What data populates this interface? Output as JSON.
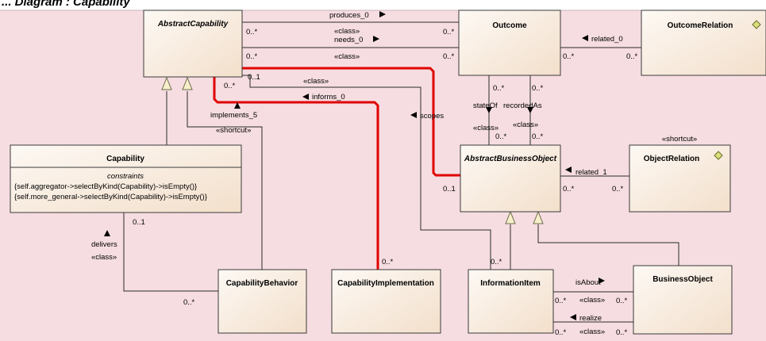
{
  "title": "... Diagram : Capability",
  "classes": {
    "abstract_capability": "AbstractCapability",
    "outcome": "Outcome",
    "outcome_relation": "OutcomeRelation",
    "abstract_business_object": "AbstractBusinessObject",
    "object_relation": "ObjectRelation",
    "capability": "Capability",
    "capability_behavior": "CapabilityBehavior",
    "capability_implementation": "CapabilityImplementation",
    "information_item": "InformationItem",
    "business_object": "BusinessObject"
  },
  "stereotypes": {
    "object_relation": "«shortcut»"
  },
  "capability_constraints": {
    "title": "constraints",
    "items": [
      "{self.aggregator->selectByKind(Capability)->isEmpty()}",
      "{self.more_general->selectByKind(Capability)->isEmpty()}"
    ]
  },
  "labels": {
    "produces": "produces_0",
    "class_produces": "«class»",
    "needs": "needs_0",
    "class_needs": "«class»",
    "class_informs": "«class»",
    "informs": "informs_0",
    "implements": "implements_5",
    "shortcut_impl": "«shortcut»",
    "scopes": "scopes",
    "state_of": "stateOf",
    "class_state_of": "«class»",
    "recorded_as": "recordedAs",
    "class_recorded_as": "«class»",
    "related_0": "related_0",
    "related_1": "related_1",
    "delivers": "delivers",
    "class_delivers": "«class»",
    "is_about": "isAbout",
    "class_is_about": "«class»",
    "realize": "realize",
    "class_realize": "«class»"
  },
  "multiplicities": {
    "m_produces_src": "0..*",
    "m_produces_tgt": "0..*",
    "m_needs_src": "0..*",
    "m_needs_tgt": "0..*",
    "m_informs_src": "0..1",
    "m_scopes_src": "0..*",
    "m_informs_tgt": "0..*",
    "m_outrel_src": "0..*",
    "m_outrel_tgt": "0..*",
    "m_stateof_src": "0..*",
    "m_recordedas_src": "0..*",
    "m_stateof_tgt": "0..*",
    "m_recordedas_tgt": "0..*",
    "m_related1_src": "0..*",
    "m_related1_tgt": "0..*",
    "m_red_tgt": "0..1",
    "m_delivers_src": "0..1",
    "m_delivers_tgt": "0..*",
    "m_infoitem": "0..*",
    "m_isabout_src": "0..*",
    "m_isabout_tgt": "0..*",
    "m_realize_src": "0..*",
    "m_realize_tgt": "0..*"
  },
  "colors": {
    "frame_bg": "#f6dde1",
    "class_fill_light": "#fdf8f2",
    "class_fill_dark": "#f4e2d0",
    "line": "#2a2a2a",
    "highlight": "#e00000",
    "diamond": "#d8e07a"
  }
}
